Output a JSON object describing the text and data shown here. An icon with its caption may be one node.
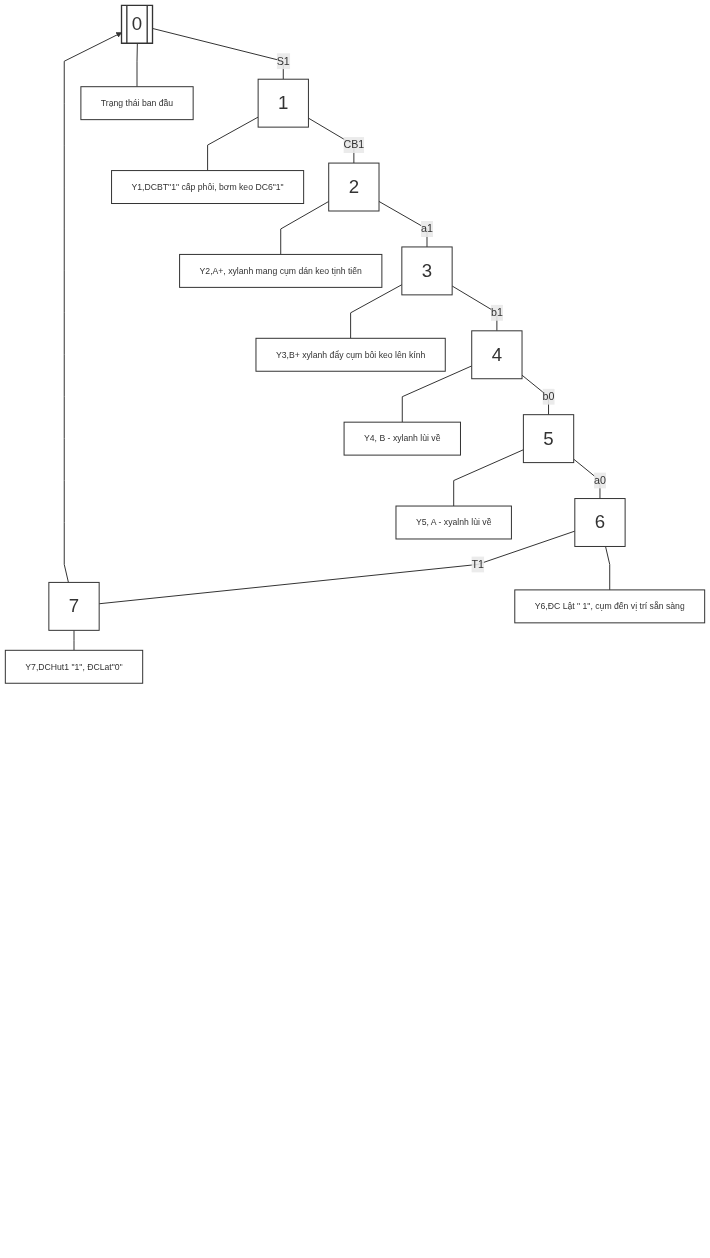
{
  "diagram": {
    "nodes": [
      {
        "text": [
          "0"
        ]
      },
      {
        "text": [
          "1"
        ]
      },
      {
        "text": [
          "2"
        ]
      },
      {
        "text": [
          "3"
        ]
      },
      {
        "text": [
          "4"
        ]
      },
      {
        "text": [
          "5"
        ]
      },
      {
        "text": [
          "6"
        ]
      },
      {
        "text": [
          "7"
        ]
      },
      {
        "text": [
          "Trạng thái ban đầu"
        ]
      },
      {
        "text": [
          "Y1,DCBT\"1\" cấp phôi, bơm keo DC6\"1\""
        ]
      },
      {
        "text": [
          "Y2,A+, xylanh mang cụm dán keo tịnh tiến"
        ]
      },
      {
        "text": [
          "Y3,B+ xylanh  đẩy cụm  bôi keo lên kính"
        ]
      },
      {
        "text": [
          "Y4, B - xylanh lùi về"
        ]
      },
      {
        "text": [
          "Y5, A - xyalnh lùi về"
        ]
      },
      {
        "text": [
          "Y6,ĐC Lật \" 1\", cụm đến vị trí sẵn sàng"
        ]
      },
      {
        "text": [
          "Y7,DCHut1 \"1\", ĐCLat\"0\""
        ]
      }
    ],
    "edges": [
      {
        "from": 0,
        "to": 1,
        "arrow": "none",
        "label": "S1"
      },
      {
        "from": 1,
        "to": 2,
        "arrow": "none",
        "label": "CB1"
      },
      {
        "from": 2,
        "to": 3,
        "arrow": "none",
        "label": "a1"
      },
      {
        "from": 3,
        "to": 4,
        "arrow": "none",
        "label": "b1"
      },
      {
        "from": 4,
        "to": 5,
        "arrow": "none",
        "label": "b0"
      },
      {
        "from": 5,
        "to": 6,
        "arrow": "none",
        "label": "a0"
      },
      {
        "from": 6,
        "to": 7,
        "arrow": "none",
        "label": "T1"
      },
      {
        "from": 7,
        "to": 0,
        "arrow": "to"
      },
      {
        "from": 0,
        "to": 8,
        "arrow": "none"
      },
      {
        "from": 1,
        "to": 9,
        "arrow": "none"
      },
      {
        "from": 2,
        "to": 10,
        "arrow": "none"
      },
      {
        "from": 3,
        "to": 11,
        "arrow": "none"
      },
      {
        "from": 4,
        "to": 12,
        "arrow": "none"
      },
      {
        "from": 5,
        "to": 13,
        "arrow": "none"
      },
      {
        "from": 6,
        "to": 14,
        "arrow": "none"
      },
      {
        "from": 7,
        "to": 15,
        "arrow": "none"
      }
    ]
  }
}
